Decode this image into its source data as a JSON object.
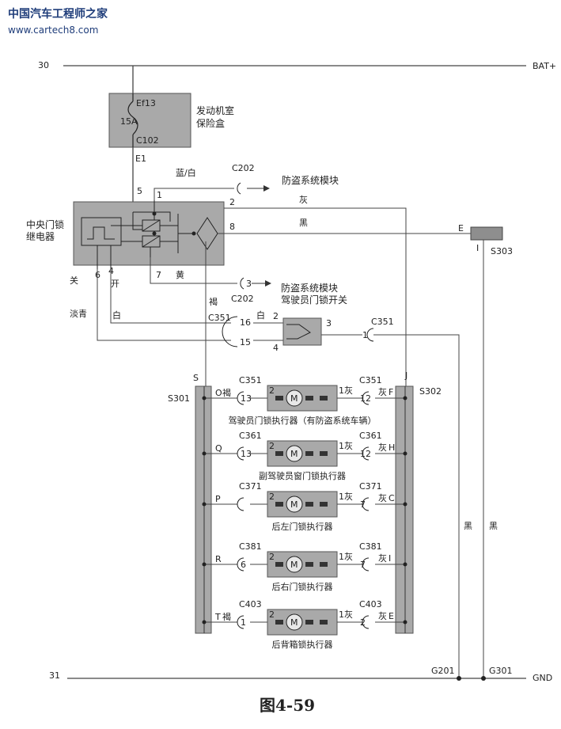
{
  "watermark": {
    "title": "中国汽车工程师之家",
    "url": "www.cartech8.com"
  },
  "rails": {
    "top_number": "30",
    "top_label": "BAT+",
    "bottom_number": "31",
    "bottom_label": "GND"
  },
  "fuse_box": {
    "name_line1": "发动机室",
    "name_line2": "保险盒",
    "fuse_id": "Ef13",
    "rating": "15A",
    "connector": "C102",
    "output": "E1"
  },
  "relay": {
    "name_line1": "中央门锁",
    "name_line2": "继电器",
    "pins": {
      "p5": "5",
      "p1": "1",
      "p2": "2",
      "p8": "8",
      "p6": "6",
      "p4": "4",
      "p7": "7"
    }
  },
  "wires": {
    "blue_white": "蓝/白",
    "grey": "灰",
    "black": "黑",
    "yellow": "黄",
    "brown": "褐",
    "white": "白",
    "close": "关",
    "open": "开",
    "light_blue": "淡青",
    "white2": "白",
    "black_left": "黑",
    "black_right": "黑"
  },
  "anti_theft": {
    "c202_top": "C202",
    "label_top": "防盗系统模块",
    "c202_bottom": "C202",
    "pin3": "3",
    "label_bottom_line1": "防盗系统模块",
    "label_bottom_line2": "驾驶员门锁开关"
  },
  "door_switch": {
    "c351_left": "C351",
    "p16": "16",
    "p15": "15",
    "p2": "2",
    "p4": "4",
    "p3": "3",
    "wire16": "白",
    "c351_right": "C351",
    "pin1": "1"
  },
  "splices": {
    "s": "S",
    "s301": "S301",
    "j": "J",
    "s302": "S302",
    "e": "E",
    "i": "I",
    "s303": "S303",
    "g201": "G201",
    "g301": "G301"
  },
  "actuators": [
    {
      "label": "驾驶员门锁执行器（有防盗系统车辆）",
      "left_conn": "C351",
      "left_tap": "O",
      "left_color": "褐",
      "left_pin": "13",
      "motor_pin": "2",
      "right_wire": "1灰",
      "right_conn": "C351",
      "right_pin": "12",
      "right_color": "灰",
      "right_tap": "F"
    },
    {
      "label": "副驾驶员窗门锁执行器",
      "left_conn": "C361",
      "left_tap": "Q",
      "left_color": "",
      "left_pin": "13",
      "motor_pin": "2",
      "right_wire": "1灰",
      "right_conn": "C361",
      "right_pin": "12",
      "right_color": "灰",
      "right_tap": "H"
    },
    {
      "label": "后左门锁执行器",
      "left_conn": "C371",
      "left_tap": "P",
      "left_color": "",
      "left_pin": "",
      "motor_pin": "2",
      "right_wire": "1灰",
      "right_conn": "C371",
      "right_pin": "7",
      "right_color": "灰",
      "right_tap": "C"
    },
    {
      "label": "后右门锁执行器",
      "left_conn": "C381",
      "left_tap": "R",
      "left_color": "",
      "left_pin": "6",
      "motor_pin": "2",
      "right_wire": "1灰",
      "right_conn": "C381",
      "right_pin": "7",
      "right_color": "灰",
      "right_tap": "I"
    },
    {
      "label": "后背箱锁执行器",
      "left_conn": "C403",
      "left_tap": "T",
      "left_color": "褐",
      "left_pin": "1",
      "motor_pin": "2",
      "right_wire": "1灰",
      "right_conn": "C403",
      "right_pin": "2",
      "right_color": "灰",
      "right_tap": "E"
    }
  ],
  "motor_symbol": "M",
  "caption": "图4-59"
}
